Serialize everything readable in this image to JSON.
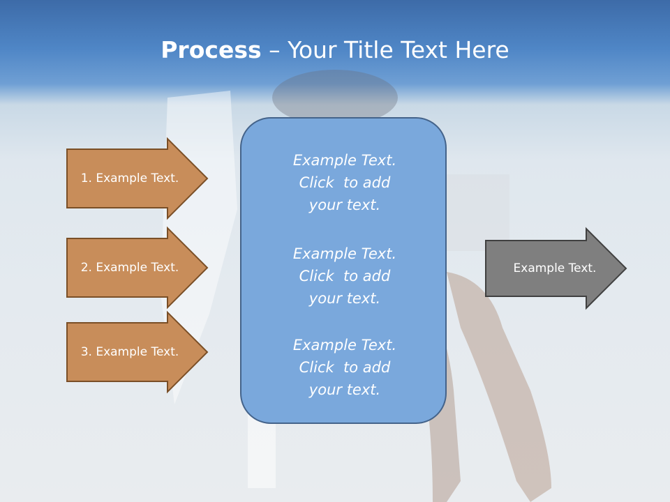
{
  "slide": {
    "title_bold": "Process",
    "title_rest": " – Your Title Text Here"
  },
  "steps": [
    {
      "label": "1. Example Text."
    },
    {
      "label": "2. Example Text."
    },
    {
      "label": "3. Example Text."
    }
  ],
  "center": {
    "paragraphs": [
      {
        "line1": "Example Text.",
        "line2": "Click  to add",
        "line3": "your text."
      },
      {
        "line1": "Example Text.",
        "line2": "Click  to add",
        "line3": "your text."
      },
      {
        "line1": "Example Text.",
        "line2": "Click  to add",
        "line3": "your text."
      }
    ]
  },
  "output": {
    "label": "Example Text."
  },
  "colors": {
    "step_fill": "#c88d5a",
    "step_stroke": "#7a4f27",
    "center_fill": "#7aa8dc",
    "output_fill": "#7f7f7f",
    "output_stroke": "#404040",
    "title_band": "#4f86c6"
  },
  "background": {
    "image": "beach photo with person seated on chair"
  }
}
